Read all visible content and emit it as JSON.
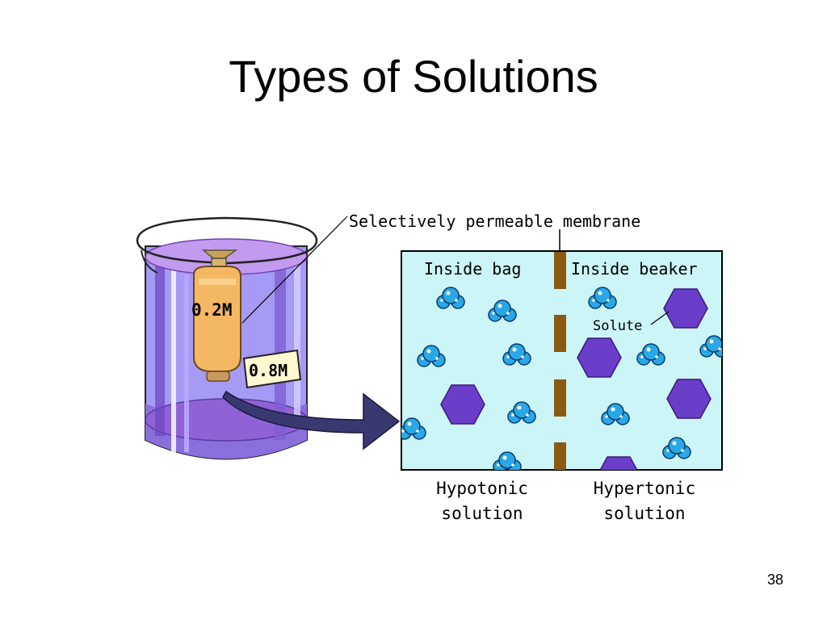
{
  "slide": {
    "title": "Types of Solutions",
    "page_number": "38"
  },
  "diagram": {
    "membrane_label": "Selectively permeable membrane",
    "bag_concentration": "0.2M",
    "beaker_concentration": "0.8M",
    "left_panel_label": "Inside bag",
    "right_panel_label": "Inside beaker",
    "solute_label": "Solute",
    "left_caption_line1": "Hypotonic",
    "left_caption_line2": "solution",
    "right_caption_line1": "Hypertonic",
    "right_caption_line2": "solution",
    "colors": {
      "beaker_liquid": "#9b8cf2",
      "beaker_dark": "#6a44c2",
      "panel_bg": "#ccf5f7",
      "membrane": "#8b5a12",
      "solute": "#6a3ec8",
      "water": "#29a8e8",
      "arrow": "#3a3870",
      "bag": "#f5b862"
    }
  }
}
